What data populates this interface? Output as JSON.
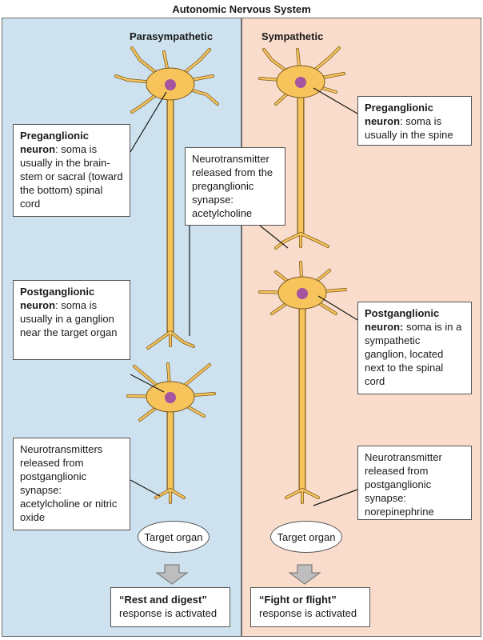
{
  "title": "Autonomic Nervous System",
  "parasympathetic": {
    "heading": "Parasympathetic",
    "preganglionic": {
      "bold": "Preganglionic neuron",
      "text": ": soma is usually in the brain-stem or sacral (toward the bottom) spinal cord"
    },
    "postganglionic": {
      "bold": "Postganglionic neuron",
      "text": ": soma is usually in a ganglion near the target organ"
    },
    "neurotransmitters_post": "Neurotransmitters released from postganglionic synapse: acetylcholine or nitric oxide",
    "target_organ": "Target organ",
    "response": {
      "bold": "“Rest and digest”",
      "text": "response is activated"
    }
  },
  "sympathetic": {
    "heading": "Sympathetic",
    "preganglionic": {
      "bold": "Preganglionic neuron",
      "text": ": soma is usually in the spine"
    },
    "postganglionic": {
      "bold": "Postganglionic neuron:",
      "text": " soma is in a sympathetic ganglion, located next to the spinal cord"
    },
    "neurotransmitter_post": "Neurotransmitter released from postganglionic synapse: norepinephrine",
    "target_organ": "Target organ",
    "response": {
      "bold": "“Fight or flight”",
      "text": "response is activated"
    }
  },
  "shared": {
    "neurotransmitter_pre": "Neurotransmitter released from the preganglionic synapse: acetylcholine"
  },
  "colors": {
    "parasympathetic_bg": "#cde2ee",
    "sympathetic_bg": "#f9dccb",
    "neuron_fill": "#f7c35b",
    "nucleus": "#a455a0",
    "arrow": "#bdbdbd"
  }
}
